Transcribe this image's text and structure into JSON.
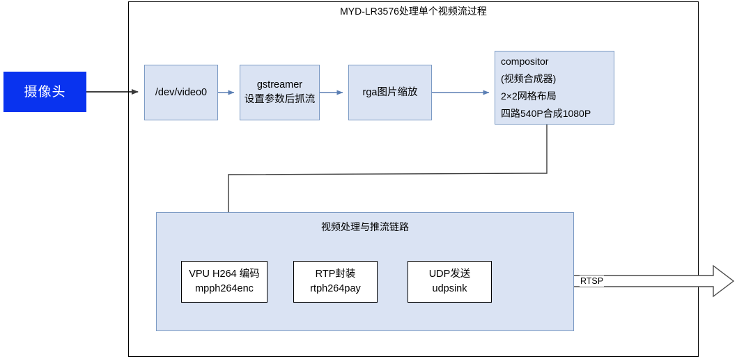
{
  "diagram": {
    "title": "MYD-LR3576处理单个视频流过程",
    "frame_border_color": "#000000",
    "node_fill_color": "#dae3f3",
    "node_border_color": "#7b9ac4",
    "camera_color": "#0933ef",
    "arrow_color": "#5b7fb4"
  },
  "nodes": {
    "camera": {
      "label": "摄像头"
    },
    "video0": {
      "label": "/dev/video0"
    },
    "gstreamer": {
      "line1": "gstreamer",
      "line2": "设置参数后抓流"
    },
    "rga": {
      "label": "rga图片缩放"
    },
    "compositor": {
      "line1": "compositor",
      "line2": "(视频合成器)",
      "line3": "2×2网格布局",
      "line4": "四路540P合成1080P"
    },
    "vpu": {
      "line1": "VPU H264 编码",
      "line2": "mpph264enc"
    },
    "rtp": {
      "line1": "RTP封装",
      "line2": "rtph264pay"
    },
    "udp": {
      "line1": "UDP发送",
      "line2": "udpsink"
    }
  },
  "group": {
    "pipeline_title": "视频处理与推流链路"
  },
  "edges": {
    "rtsp_label": "RTSP"
  }
}
